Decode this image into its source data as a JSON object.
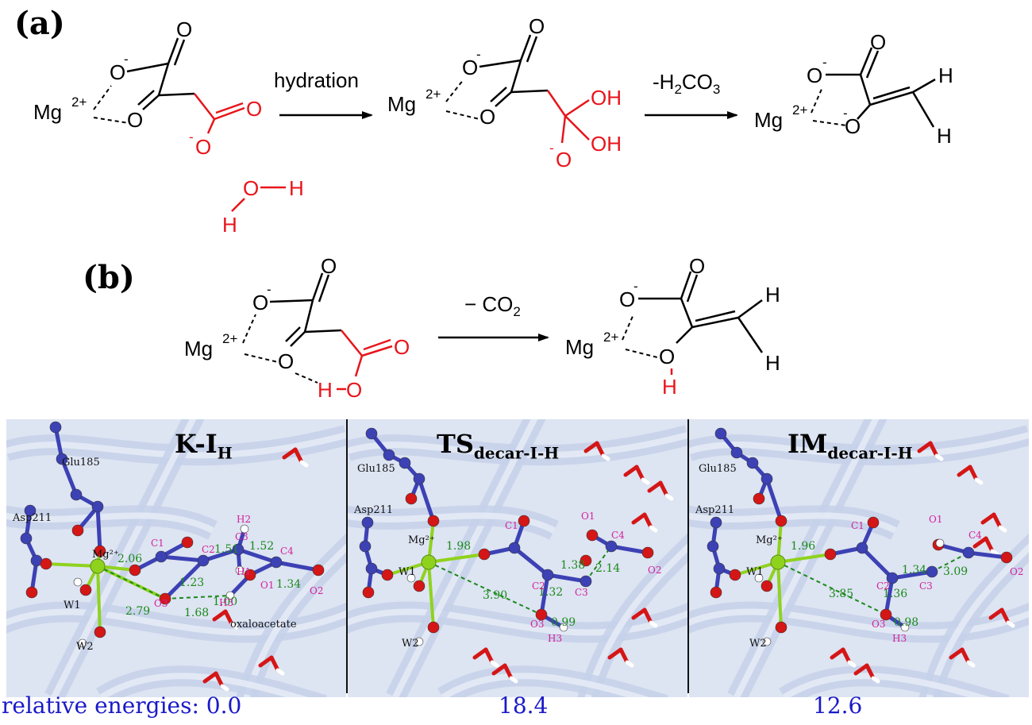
{
  "panel_a": {
    "label": "(a)",
    "arrow1_label": "hydration",
    "arrow2_label_pre": "-H",
    "arrow2_label_sub1": "2",
    "arrow2_label_mid": "CO",
    "arrow2_label_sub2": "3",
    "mg": "Mg",
    "mg_charge": "2+",
    "O": "O",
    "OH": "OH",
    "H": "H",
    "minus": "-"
  },
  "panel_b": {
    "label": "(b)",
    "arrow_label_pre": "− CO",
    "arrow_label_sub": "2",
    "mg": "Mg",
    "mg_charge": "2+",
    "O": "O",
    "H": "H"
  },
  "structures": [
    {
      "title_main": "K-I",
      "title_sub": "H",
      "residues": [
        "Glu185",
        "Asp211"
      ],
      "labels": {
        "mg": "Mg²⁺",
        "w1": "W1",
        "w2": "W2",
        "substrate": "oxaloacetate"
      },
      "atom_labels": [
        "C1",
        "C2",
        "C3",
        "C4",
        "H1",
        "H2",
        "H3",
        "O1",
        "O2",
        "O3"
      ],
      "distances": [
        "2.06",
        "1.51",
        "1.52",
        "1.23",
        "2.79",
        "1.34",
        "1.68",
        "1.00"
      ],
      "energy": "relative energies: 0.0"
    },
    {
      "title_main": "TS",
      "title_sub": "decar-I-H",
      "residues": [
        "Glu185",
        "Asp211"
      ],
      "labels": {
        "mg": "Mg²⁺",
        "w1": "W1",
        "w2": "W2"
      },
      "atom_labels": [
        "C1",
        "C2",
        "C3",
        "C4",
        "O1",
        "O2",
        "O3",
        "H3"
      ],
      "distances": [
        "1.98",
        "1.38",
        "2.14",
        "3.90",
        "1.32",
        "0.99"
      ],
      "energy": "18.4"
    },
    {
      "title_main": "IM",
      "title_sub": "decar-I-H",
      "residues": [
        "Glu185",
        "Asp211"
      ],
      "labels": {
        "mg": "Mg²⁺",
        "w1": "W1",
        "w2": "W2"
      },
      "atom_labels": [
        "C1",
        "C2",
        "C3",
        "C4",
        "O1",
        "O2",
        "O3",
        "H3"
      ],
      "distances": [
        "1.96",
        "1.34",
        "3.09",
        "3.85",
        "1.36",
        "0.98"
      ],
      "energy": "12.6"
    }
  ],
  "colors": {
    "red": "#e8141b",
    "black": "#000000",
    "carbon": "#3c41b4",
    "oxygen": "#d41616",
    "magnesium": "#8fd21e",
    "hydrogen": "#ffffff",
    "distance": "#1a8a1a",
    "atom_label": "#d4229a",
    "energy": "#1a1ac8",
    "ribbon": "#bfcbe6"
  }
}
